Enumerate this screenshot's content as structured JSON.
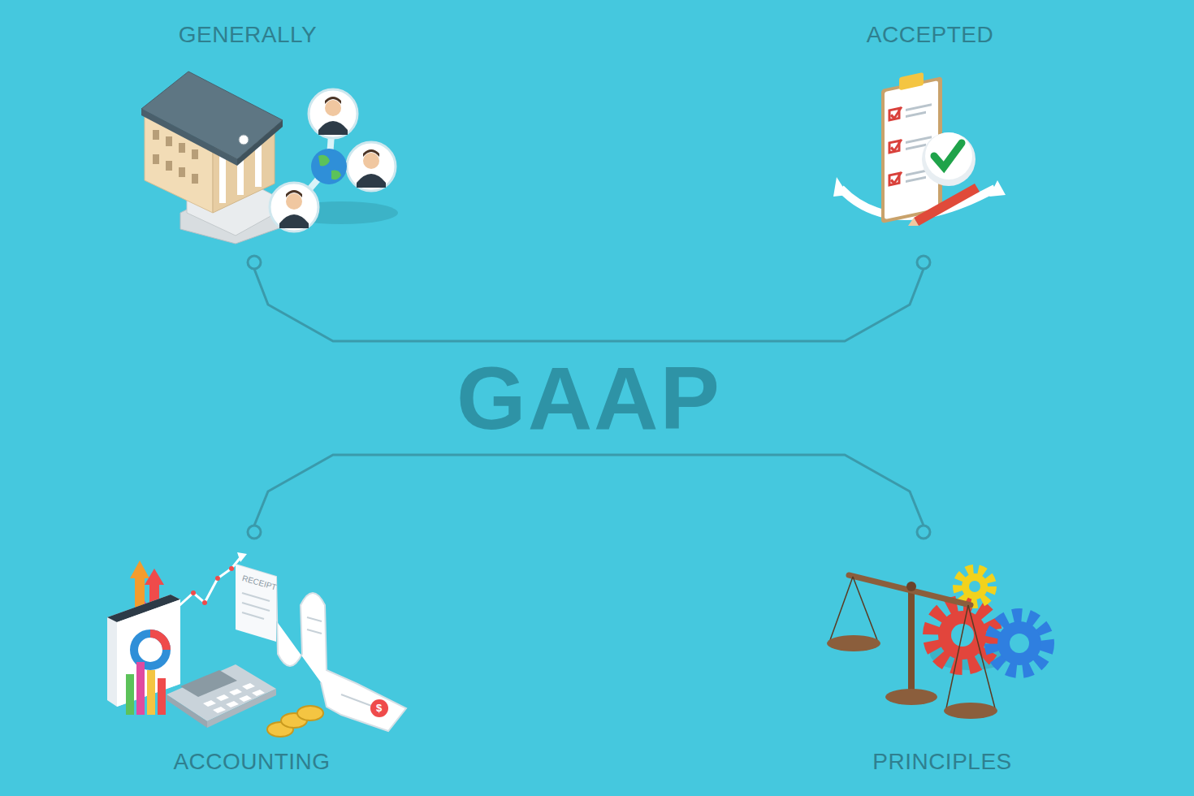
{
  "diagram": {
    "nodes": [
      {
        "text": [
          "GENERALLY"
        ]
      },
      {
        "text": [
          "ACCEPTED"
        ]
      },
      {
        "text": [
          "GAAP"
        ]
      },
      {
        "text": [
          "ACCOUNTING"
        ]
      },
      {
        "text": [
          "PRINCIPLES"
        ]
      }
    ],
    "edges": [
      {
        "from": 2,
        "to": 0,
        "arrow": "none"
      },
      {
        "from": 2,
        "to": 1,
        "arrow": "none"
      },
      {
        "from": 2,
        "to": 3,
        "arrow": "none"
      },
      {
        "from": 2,
        "to": 4,
        "arrow": "none"
      }
    ],
    "labels": [
      "RECEIPT",
      "$"
    ]
  }
}
